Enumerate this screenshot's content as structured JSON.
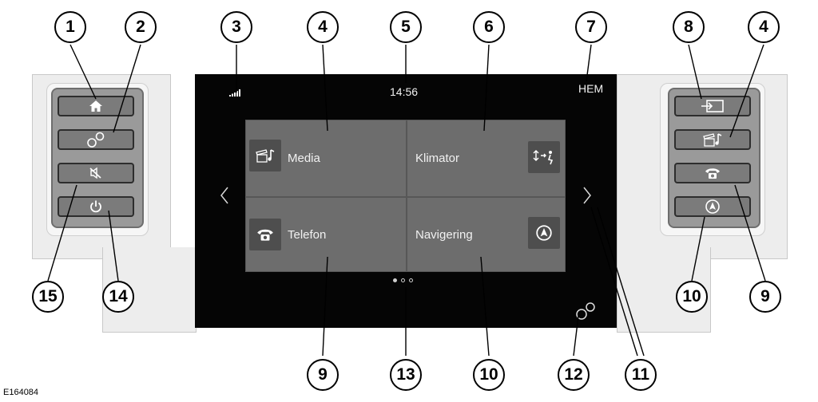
{
  "screen": {
    "time": "14:56",
    "home_label": "HEM",
    "tiles": {
      "media": "Media",
      "climate": "Klimator",
      "phone": "Telefon",
      "navigation": "Navigering"
    }
  },
  "callouts": {
    "c1": "1",
    "c2": "2",
    "c3": "3",
    "c4": "4",
    "c5": "5",
    "c6": "6",
    "c7": "7",
    "c8": "8",
    "c4b": "4",
    "c15": "15",
    "c14": "14",
    "c10": "10",
    "c9": "9",
    "c9b": "9",
    "c13": "13",
    "c10b": "10",
    "c12": "12",
    "c11": "11"
  },
  "reference_code": "E164084"
}
